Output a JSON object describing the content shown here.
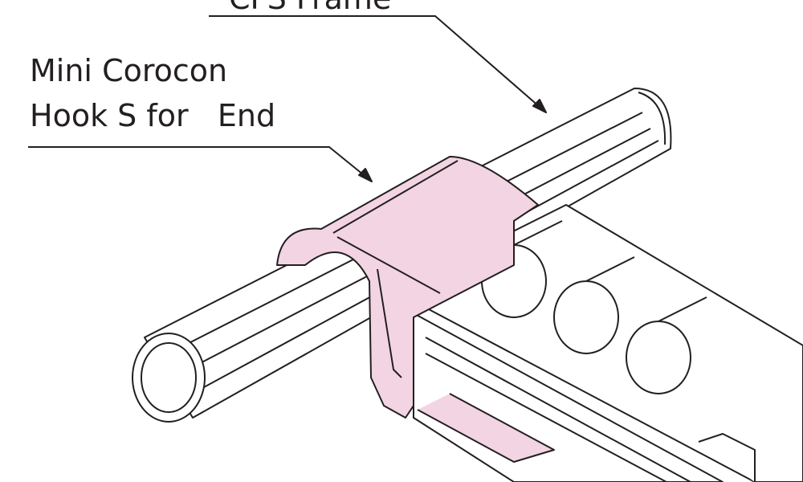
{
  "labels": {
    "frame": "CFS Frame",
    "hook_line1": "Mini Corocon",
    "hook_line2": "Hook S for   End"
  },
  "colors": {
    "hook_fill": "#f3d4e2",
    "line": "#231f20"
  }
}
